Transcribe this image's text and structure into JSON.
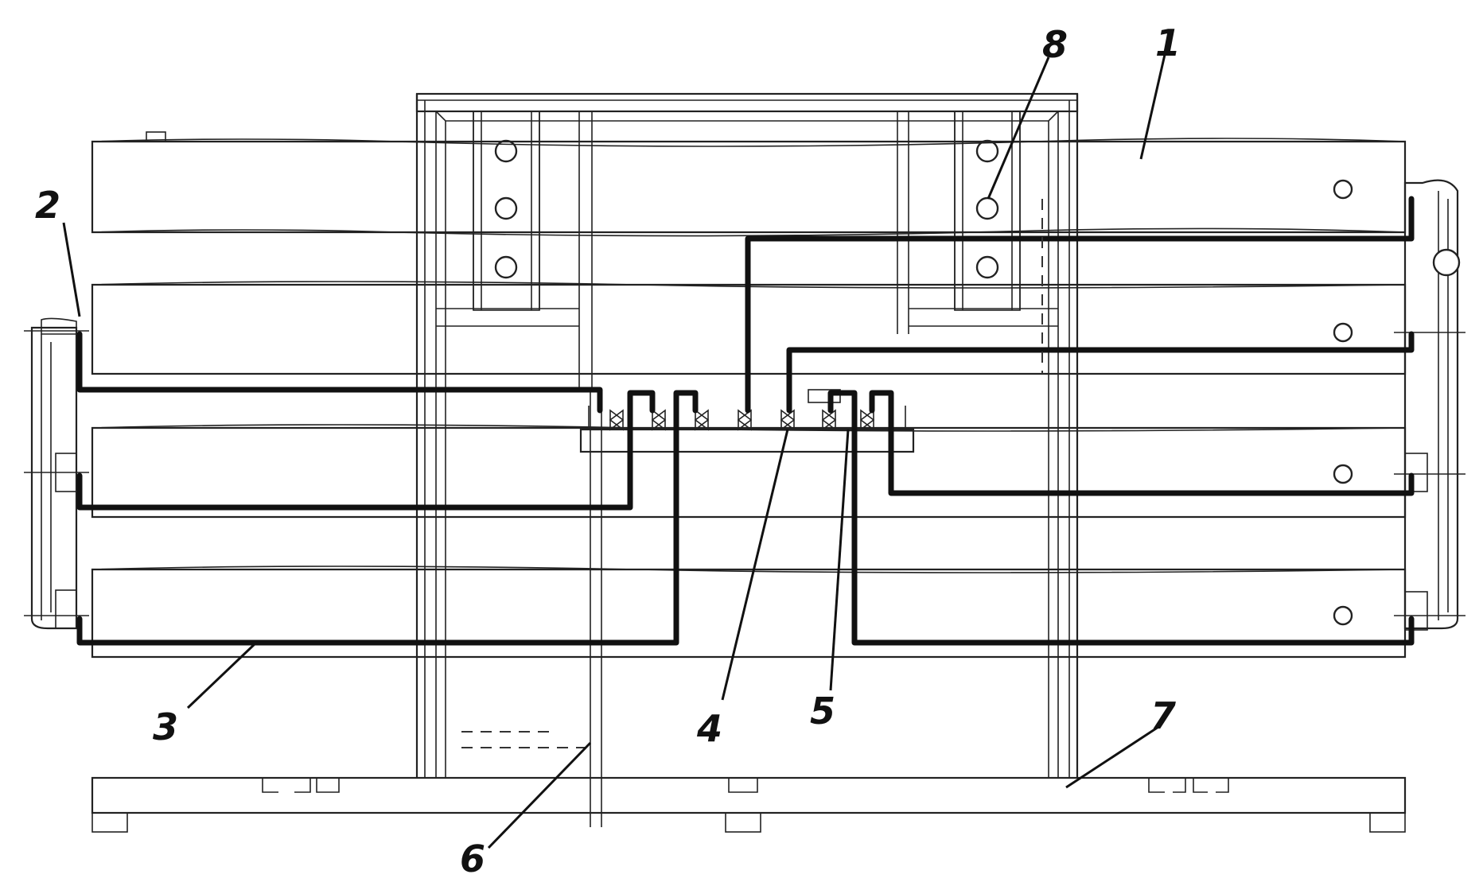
{
  "labels": {
    "n1": "1",
    "n2": "2",
    "n3": "3",
    "n4": "4",
    "n5": "5",
    "n6": "6",
    "n7": "7",
    "n8": "8"
  },
  "colors": {
    "line": "#222222",
    "pipe": "#111111",
    "background": "#ffffff"
  }
}
